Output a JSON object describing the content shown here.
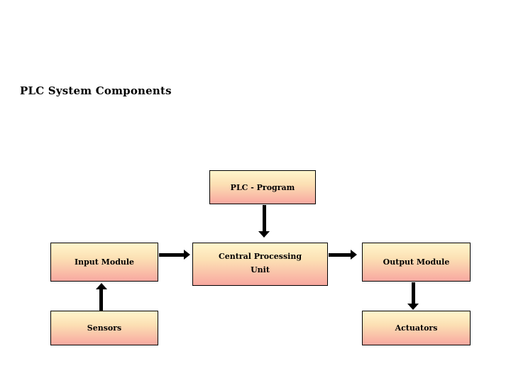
{
  "slide": {
    "title": "PLC System Components"
  },
  "boxes": {
    "plc_program": {
      "label": "PLC - Program"
    },
    "input_module": {
      "label": "Input Module"
    },
    "cpu": {
      "label_line1": "Central Processing",
      "label_line2": "Unit"
    },
    "output_module": {
      "label": "Output Module"
    },
    "sensors": {
      "label": "Sensors"
    },
    "actuators": {
      "label": "Actuators"
    }
  },
  "connections": [
    {
      "from": "PLC - Program",
      "to": "Central Processing Unit",
      "direction": "down"
    },
    {
      "from": "Input Module",
      "to": "Central Processing Unit",
      "direction": "right"
    },
    {
      "from": "Central Processing Unit",
      "to": "Output Module",
      "direction": "right"
    },
    {
      "from": "Sensors",
      "to": "Input Module",
      "direction": "up"
    },
    {
      "from": "Output Module",
      "to": "Actuators",
      "direction": "down"
    }
  ],
  "colors": {
    "background": "#FFFFFF",
    "box_gradient_top": "#FFF6CC",
    "box_gradient_bottom": "#F8A8A0",
    "box_border": "#000000",
    "arrow": "#000000",
    "text": "#000000"
  }
}
